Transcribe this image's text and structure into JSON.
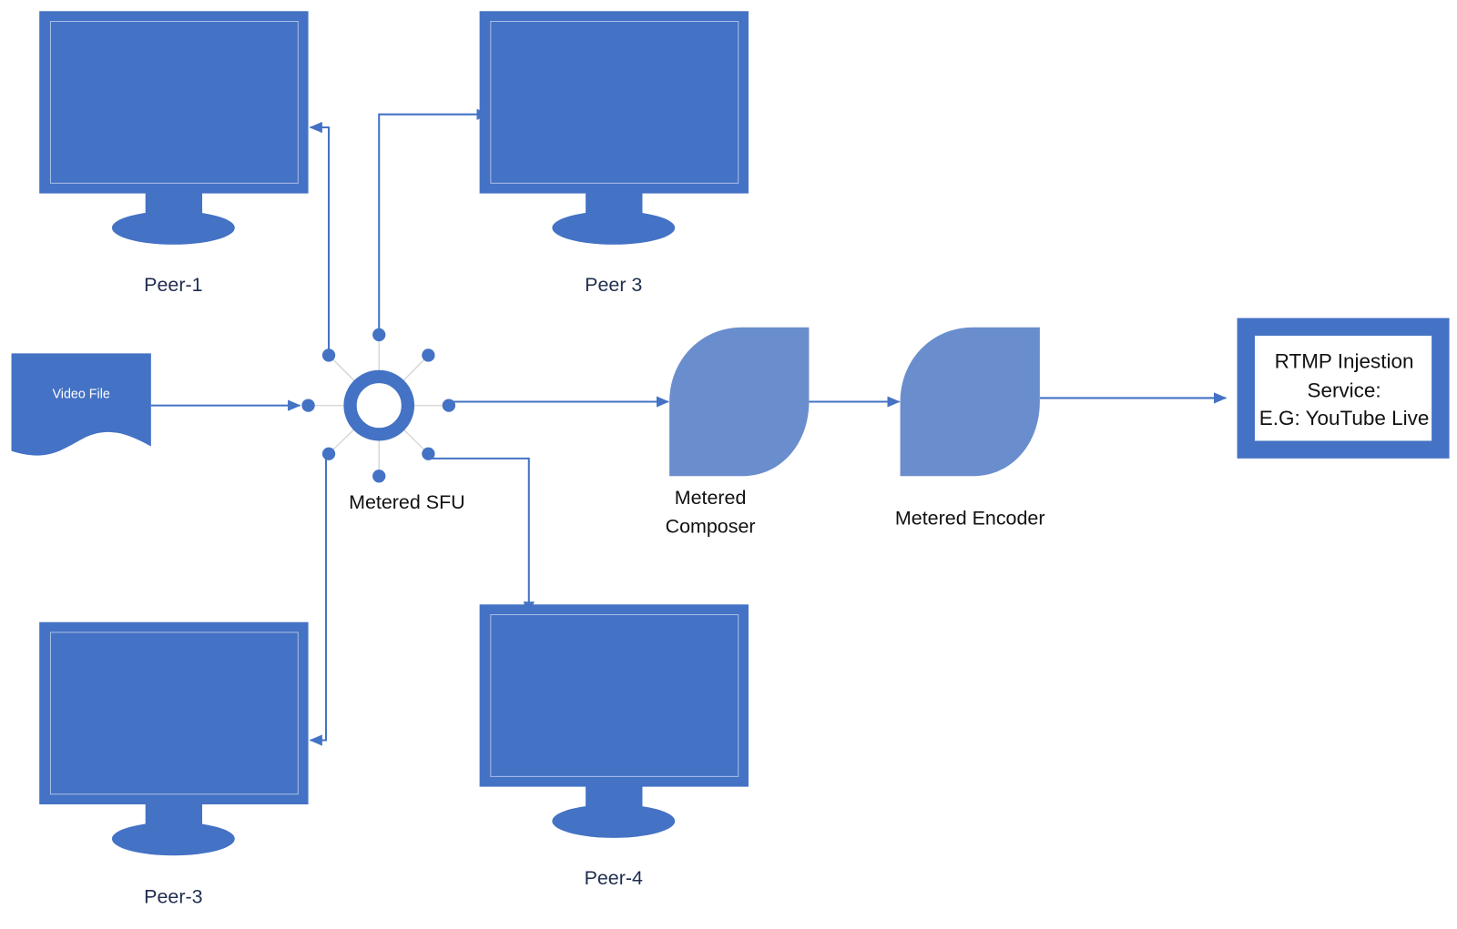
{
  "colors": {
    "primary": "#4472C4",
    "processor": "#6A8ECD",
    "peer_label": "#1F2D4E",
    "spoke": "#D9D9D9"
  },
  "diagram": {
    "nodes": {
      "peer_top_left": {
        "label": "Peer-1",
        "icon": "monitor-icon"
      },
      "peer_top_right": {
        "label": "Peer 3",
        "icon": "monitor-icon"
      },
      "peer_bottom_left": {
        "label": "Peer-3",
        "icon": "monitor-icon"
      },
      "peer_bottom_right": {
        "label": "Peer-4",
        "icon": "monitor-icon"
      },
      "video_file": {
        "label": "Video File",
        "icon": "document-icon"
      },
      "sfu": {
        "label": "Metered SFU",
        "icon": "hub-icon"
      },
      "composer": {
        "label_line1": "Metered",
        "label_line2": "Composer"
      },
      "encoder": {
        "label": "Metered Encoder"
      },
      "rtmp": {
        "line1": "RTMP Injestion",
        "line2": "Service:",
        "line3": "E.G: YouTube Live"
      }
    },
    "edges": [
      {
        "from": "video_file",
        "to": "sfu"
      },
      {
        "from": "sfu",
        "to": "peer_top_left"
      },
      {
        "from": "sfu",
        "to": "peer_top_right"
      },
      {
        "from": "sfu",
        "to": "peer_bottom_left"
      },
      {
        "from": "sfu",
        "to": "peer_bottom_right"
      },
      {
        "from": "sfu",
        "to": "composer"
      },
      {
        "from": "composer",
        "to": "encoder"
      },
      {
        "from": "encoder",
        "to": "rtmp"
      }
    ]
  }
}
